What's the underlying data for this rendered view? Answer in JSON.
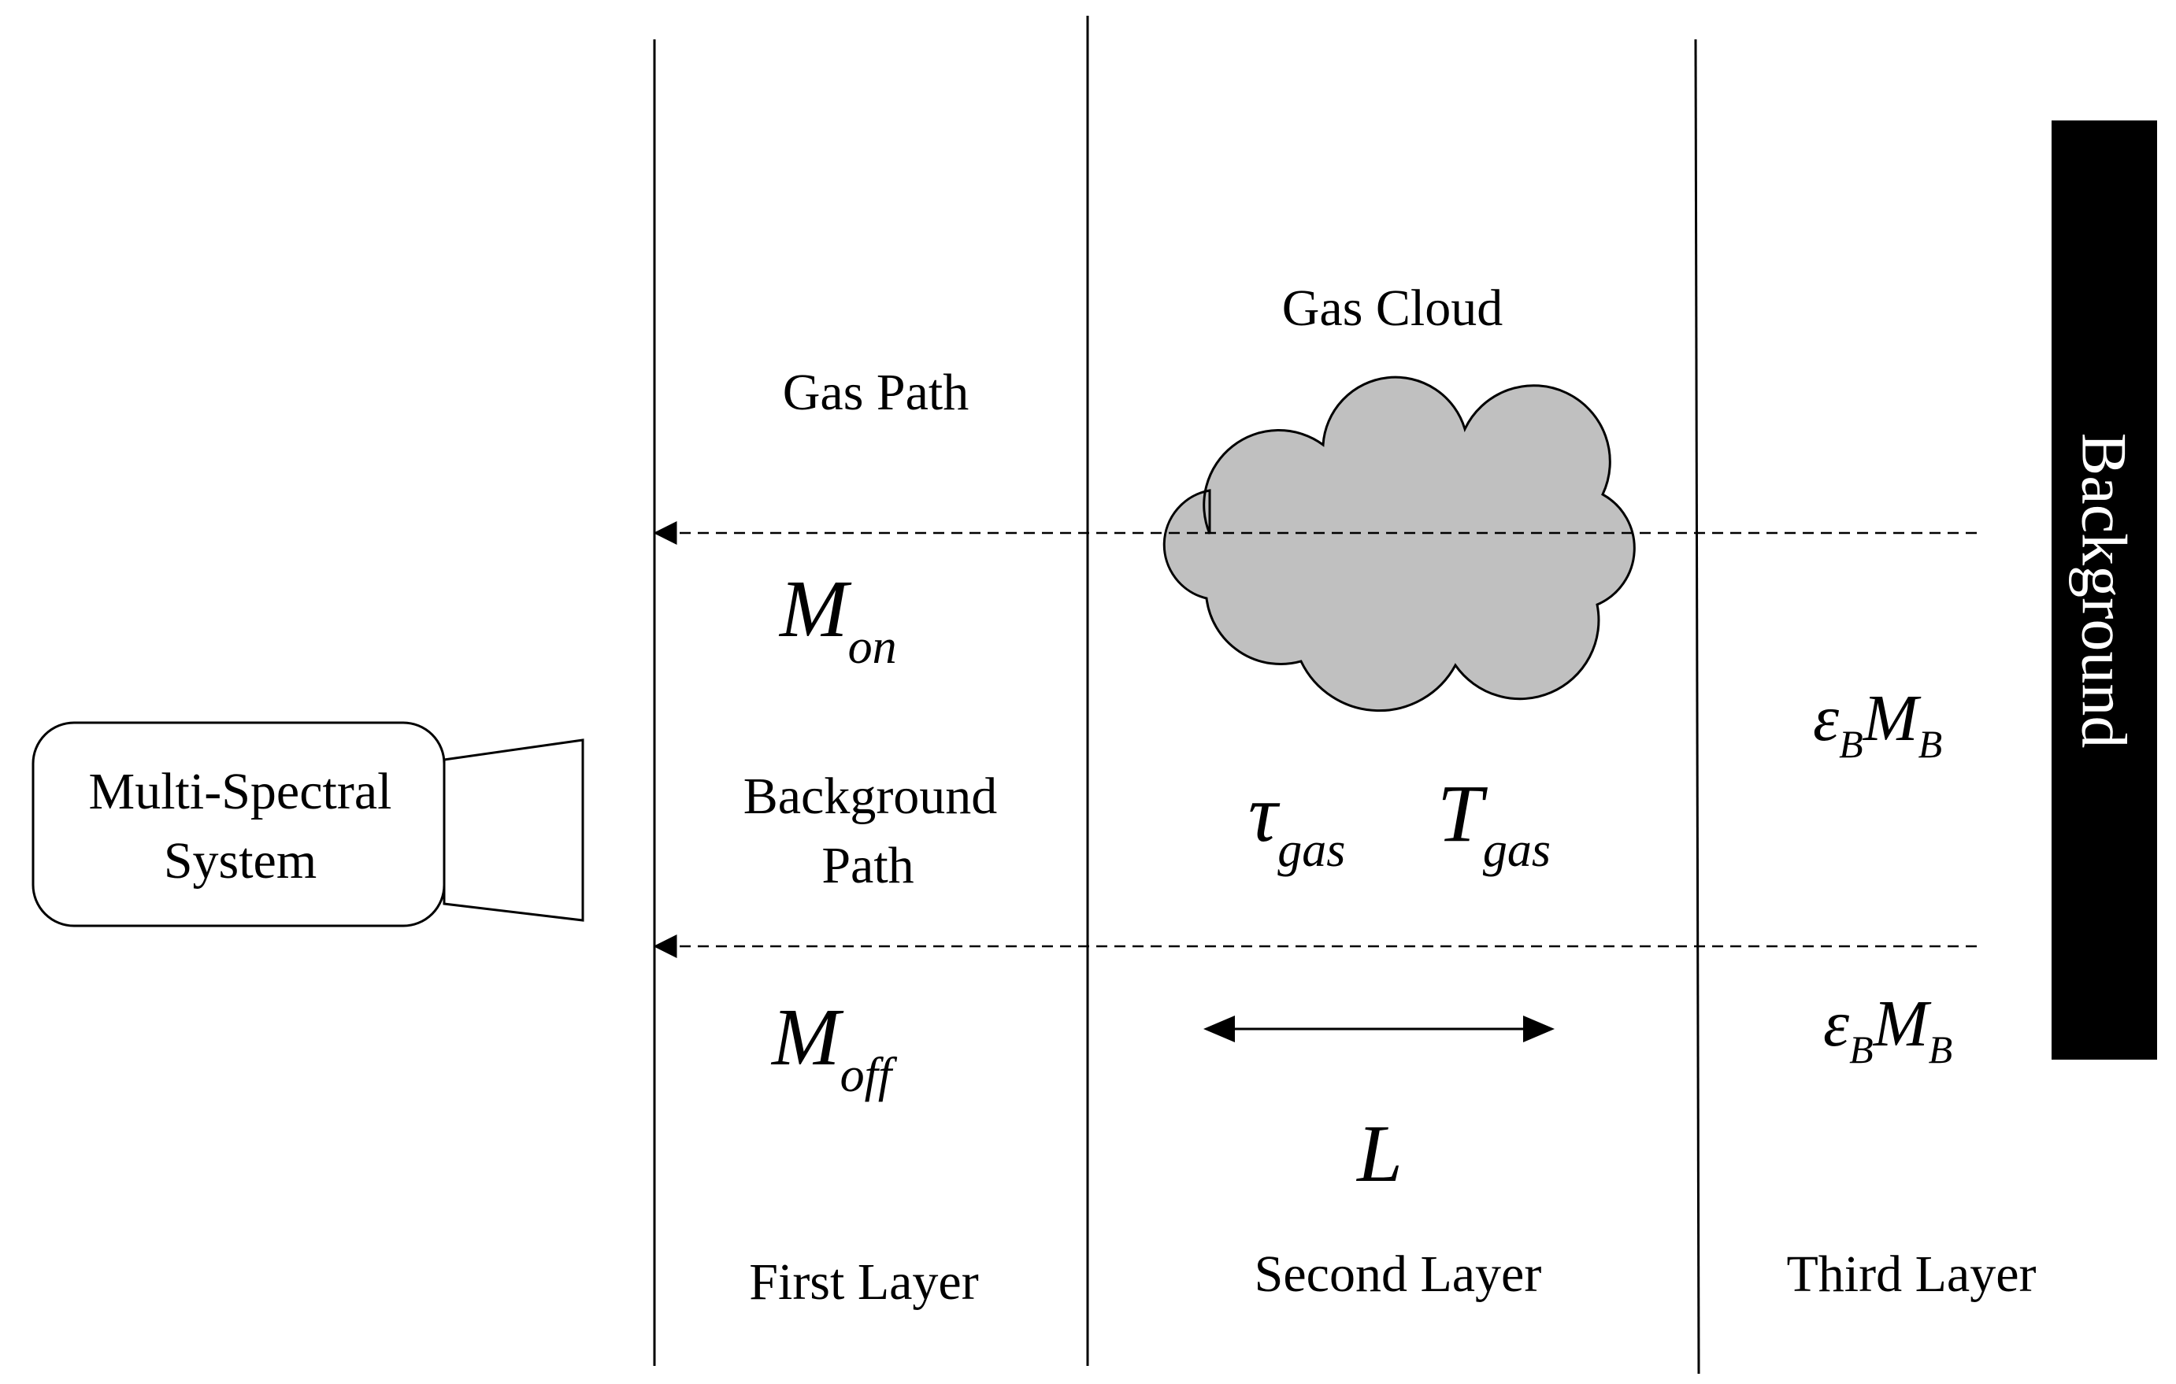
{
  "camera": {
    "line1": "Multi-Spectral",
    "line2": "System"
  },
  "background_label": "Background",
  "labels": {
    "gas_path": "Gas Path",
    "gas_cloud": "Gas Cloud",
    "background_path_line1": "Background",
    "background_path_line2": "Path"
  },
  "layers": {
    "first": "First Layer",
    "second": "Second Layer",
    "third": "Third Layer"
  },
  "symbols": {
    "m_on": {
      "base": "M",
      "sub": "on"
    },
    "m_off": {
      "base": "M",
      "sub": "off"
    },
    "tau_gas": {
      "base": "τ",
      "sub": "gas"
    },
    "t_gas": {
      "base": "T",
      "sub": "gas"
    },
    "length": "L",
    "emission_upper": {
      "eps": "ε",
      "eps_sub": "B",
      "m": "M",
      "m_sub": "B"
    },
    "emission_lower": {
      "eps": "ε",
      "eps_sub": "B",
      "m": "M",
      "m_sub": "B"
    }
  },
  "colors": {
    "cloud_fill": "#c0c0c0",
    "background_bar": "#000000",
    "line": "#000000"
  }
}
